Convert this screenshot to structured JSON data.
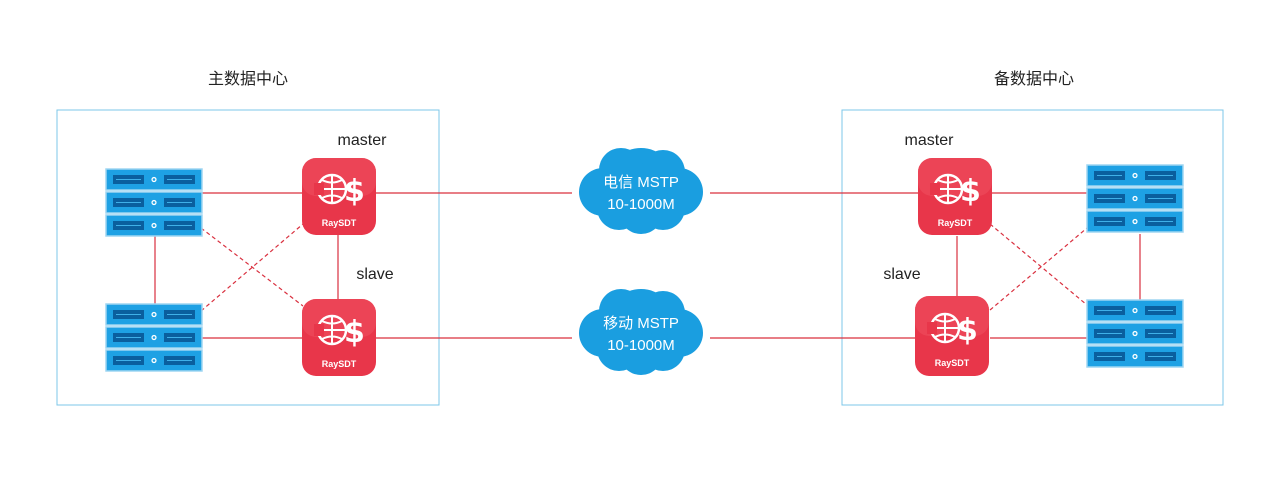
{
  "colors": {
    "link": "#d9303f",
    "box_border": "#7cc7e8",
    "cloud": "#1a9ee0",
    "device": "#e8364a",
    "server": "#1ea1e4"
  },
  "primary_dc": {
    "title": "主数据中心",
    "master_label": "master",
    "slave_label": "slave",
    "master_device": "RaySDT",
    "slave_device": "RaySDT"
  },
  "backup_dc": {
    "title": "备数据中心",
    "master_label": "master",
    "slave_label": "slave",
    "master_device": "RaySDT",
    "slave_device": "RaySDT"
  },
  "links": {
    "top": {
      "line1": "电信 MSTP",
      "line2": "10-1000M"
    },
    "bottom": {
      "line1": "移动 MSTP",
      "line2": "10-1000M"
    }
  },
  "icons": {
    "server": "server-rack-icon",
    "device": "raysdt-logo-icon",
    "cloud": "cloud-icon"
  }
}
